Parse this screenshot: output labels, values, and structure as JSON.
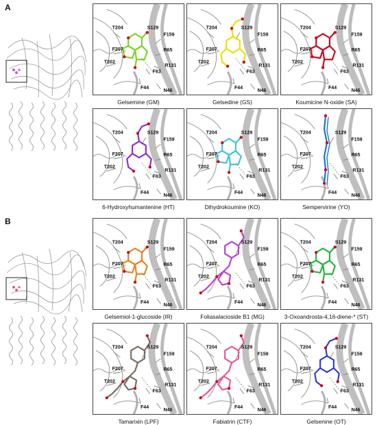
{
  "panels": [
    {
      "label": "A",
      "tiles": [
        {
          "caption": "Gelsemine (GM)",
          "color": "#7ed321",
          "shape": "cage"
        },
        {
          "caption": "Gelsedine (GS)",
          "color": "#e8e000",
          "shape": "branched"
        },
        {
          "caption": "Koumicine N-oxide (SA)",
          "color": "#d0021b",
          "shape": "cage"
        },
        {
          "caption": "6-Hydroxyhumantenine (HT)",
          "color": "#8e2bd6",
          "shape": "branched"
        },
        {
          "caption": "Dihydrokoumine (KO)",
          "color": "#40c4d8",
          "shape": "cage"
        },
        {
          "caption": "Sempervirine (YO)",
          "color": "#1a6fd6",
          "shape": "linear"
        }
      ]
    },
    {
      "label": "B",
      "tiles": [
        {
          "caption": "Gelsemiol-1-glucoside (IR)",
          "color": "#e8821e",
          "shape": "cage"
        },
        {
          "caption": "Foliasalacioside B1 (MG)",
          "color": "#b640d8",
          "shape": "chain"
        },
        {
          "caption": "3-Oxoandrosta-4,16-diene-* (ST)",
          "color": "#22b53a",
          "shape": "cage"
        },
        {
          "caption": "Tamarixin (LPF)",
          "color": "#7a6a5e",
          "shape": "chain"
        },
        {
          "caption": "Fabiatrin (CTF)",
          "color": "#e8559a",
          "shape": "chain"
        },
        {
          "caption": "Gelsenine (OT)",
          "color": "#2a3fc4",
          "shape": "branched"
        }
      ]
    }
  ],
  "residues": [
    "T204",
    "S129",
    "F159",
    "F207",
    "R65",
    "T202",
    "R131",
    "F63",
    "F44",
    "N46"
  ]
}
